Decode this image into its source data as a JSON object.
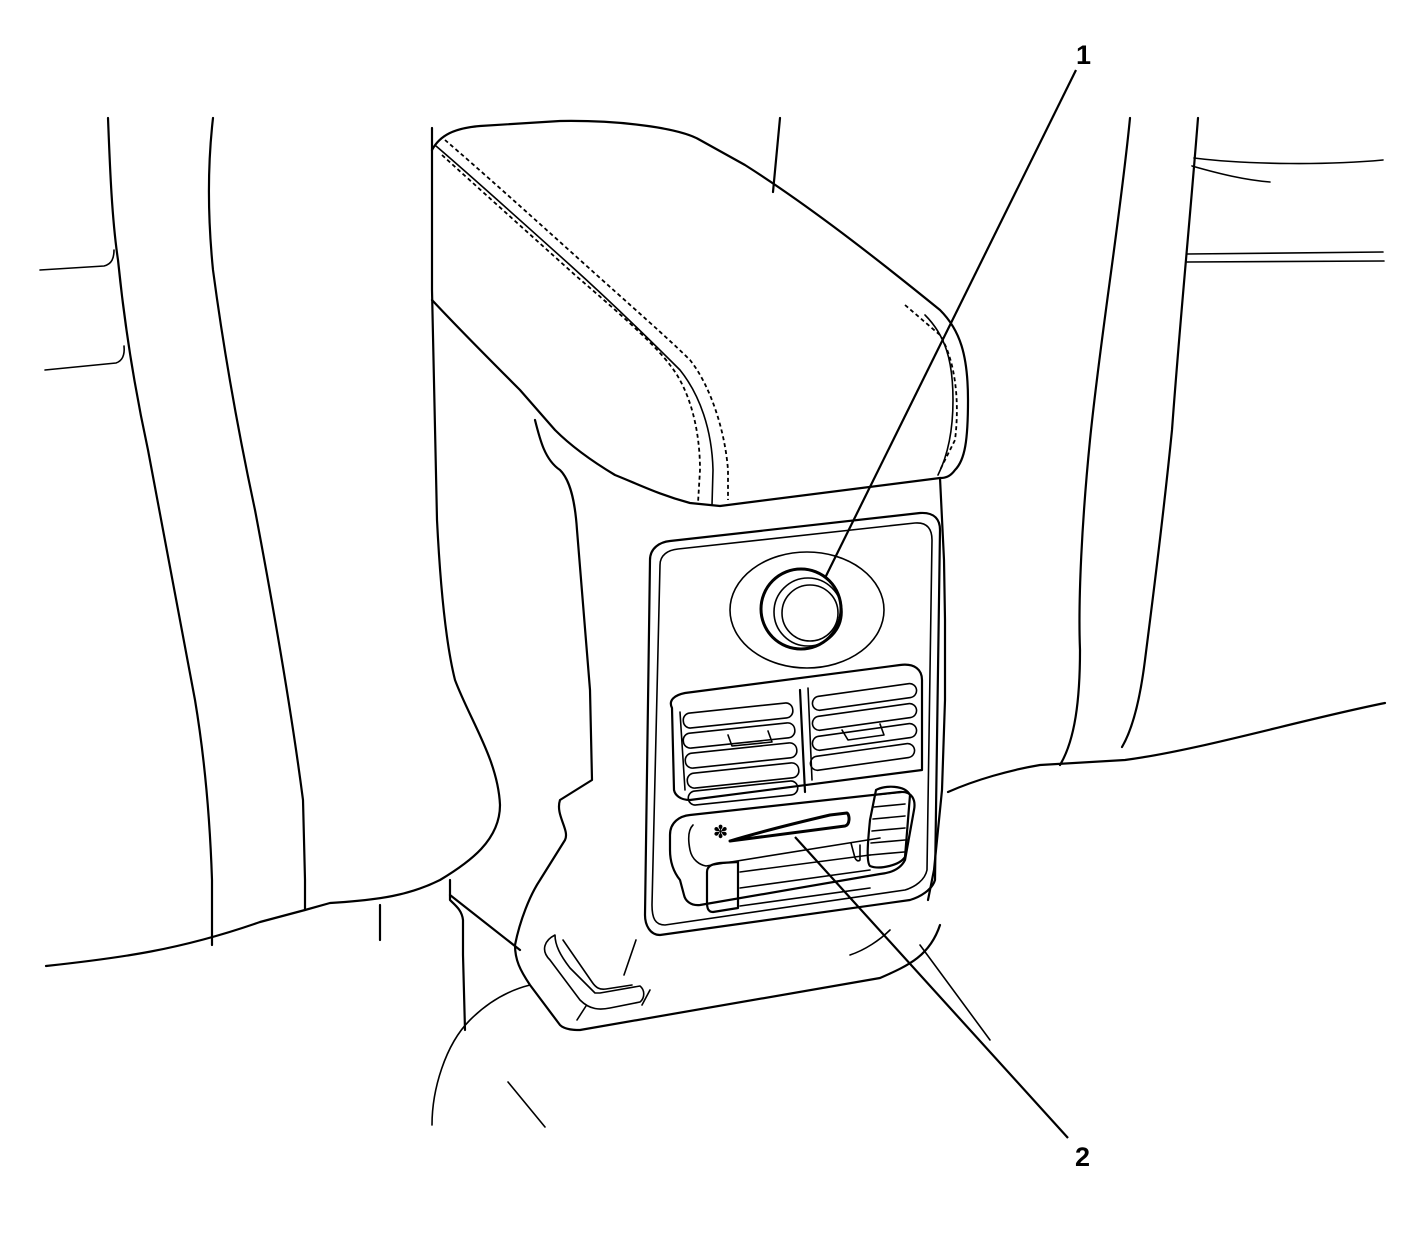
{
  "figure": {
    "type": "technical-line-drawing",
    "subject": "rear floor console with rear auxiliary controls",
    "line_color": "#000000",
    "background_color": "#ffffff",
    "callouts": [
      {
        "number": "1",
        "target": "power outlet / knob on upper console panel"
      },
      {
        "number": "2",
        "target": "rear blower fan control slider"
      }
    ],
    "components": {
      "armrest": "padded armrest lid with stitched seams",
      "upper_panel_knob": "round knob in oval bezel",
      "dual_vents": "two rear air outlet grilles with louvers",
      "control_panel": "fan slider with fan symbol and thumbwheel",
      "fan_symbol": "✽"
    }
  }
}
